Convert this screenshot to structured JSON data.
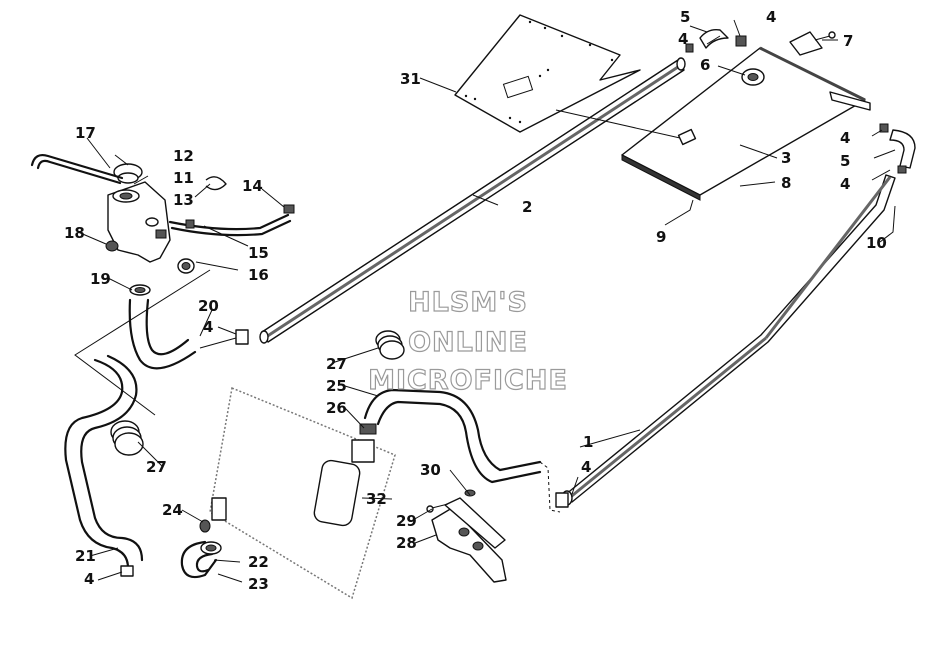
{
  "watermark": {
    "line1": "HLSM'S",
    "line2": "ONLINE",
    "line3": "MICROFICHE"
  },
  "callouts": [
    {
      "key": "c1",
      "text": "1"
    },
    {
      "key": "c2",
      "text": "2"
    },
    {
      "key": "c3",
      "text": "3"
    },
    {
      "key": "c4a",
      "text": "4"
    },
    {
      "key": "c4b",
      "text": "4"
    },
    {
      "key": "c4c",
      "text": "4"
    },
    {
      "key": "c4d",
      "text": "4"
    },
    {
      "key": "c4e",
      "text": "4"
    },
    {
      "key": "c4f",
      "text": "4"
    },
    {
      "key": "c4g",
      "text": "4"
    },
    {
      "key": "c5a",
      "text": "5"
    },
    {
      "key": "c5b",
      "text": "5"
    },
    {
      "key": "c6",
      "text": "6"
    },
    {
      "key": "c7",
      "text": "7"
    },
    {
      "key": "c8",
      "text": "8"
    },
    {
      "key": "c9",
      "text": "9"
    },
    {
      "key": "c10",
      "text": "10"
    },
    {
      "key": "c11",
      "text": "11"
    },
    {
      "key": "c12",
      "text": "12"
    },
    {
      "key": "c13",
      "text": "13"
    },
    {
      "key": "c14",
      "text": "14"
    },
    {
      "key": "c15",
      "text": "15"
    },
    {
      "key": "c16",
      "text": "16"
    },
    {
      "key": "c17",
      "text": "17"
    },
    {
      "key": "c18",
      "text": "18"
    },
    {
      "key": "c19",
      "text": "19"
    },
    {
      "key": "c20",
      "text": "20"
    },
    {
      "key": "c21",
      "text": "21"
    },
    {
      "key": "c22",
      "text": "22"
    },
    {
      "key": "c23",
      "text": "23"
    },
    {
      "key": "c24",
      "text": "24"
    },
    {
      "key": "c25",
      "text": "25"
    },
    {
      "key": "c26",
      "text": "26"
    },
    {
      "key": "c27a",
      "text": "27"
    },
    {
      "key": "c27b",
      "text": "27"
    },
    {
      "key": "c28",
      "text": "28"
    },
    {
      "key": "c29",
      "text": "29"
    },
    {
      "key": "c30",
      "text": "30"
    },
    {
      "key": "c31",
      "text": "31"
    },
    {
      "key": "c32",
      "text": "32"
    }
  ]
}
